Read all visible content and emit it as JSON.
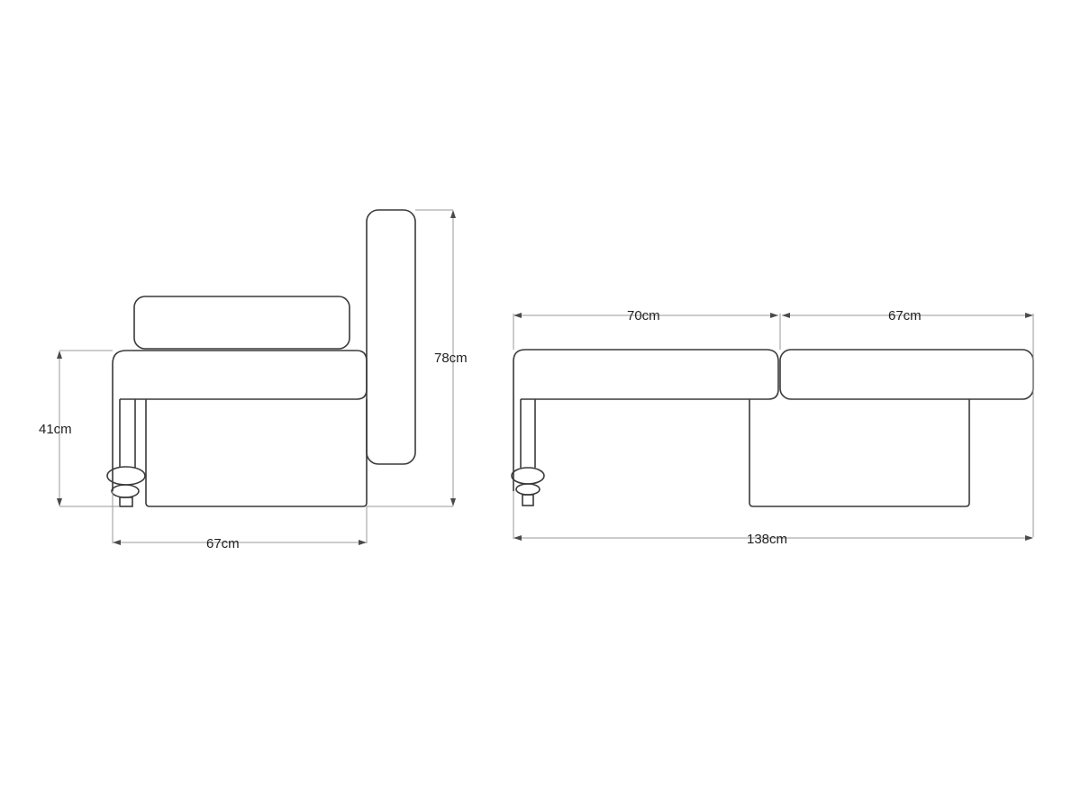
{
  "diagram": {
    "type": "furniture-dimension-drawing",
    "subject": "chair bed / single sofa bed",
    "views": [
      {
        "name": "side-view-seated",
        "dimensions": {
          "height_total": "78cm",
          "seat_height": "41cm",
          "depth": "67cm"
        }
      },
      {
        "name": "side-view-extended-bed",
        "dimensions": {
          "section_left": "70cm",
          "section_right": "67cm",
          "total_length": "138cm"
        }
      }
    ],
    "colors": {
      "line": "#3a3a3a",
      "dimension_line": "#9a9a9a",
      "background": "#ffffff"
    }
  }
}
